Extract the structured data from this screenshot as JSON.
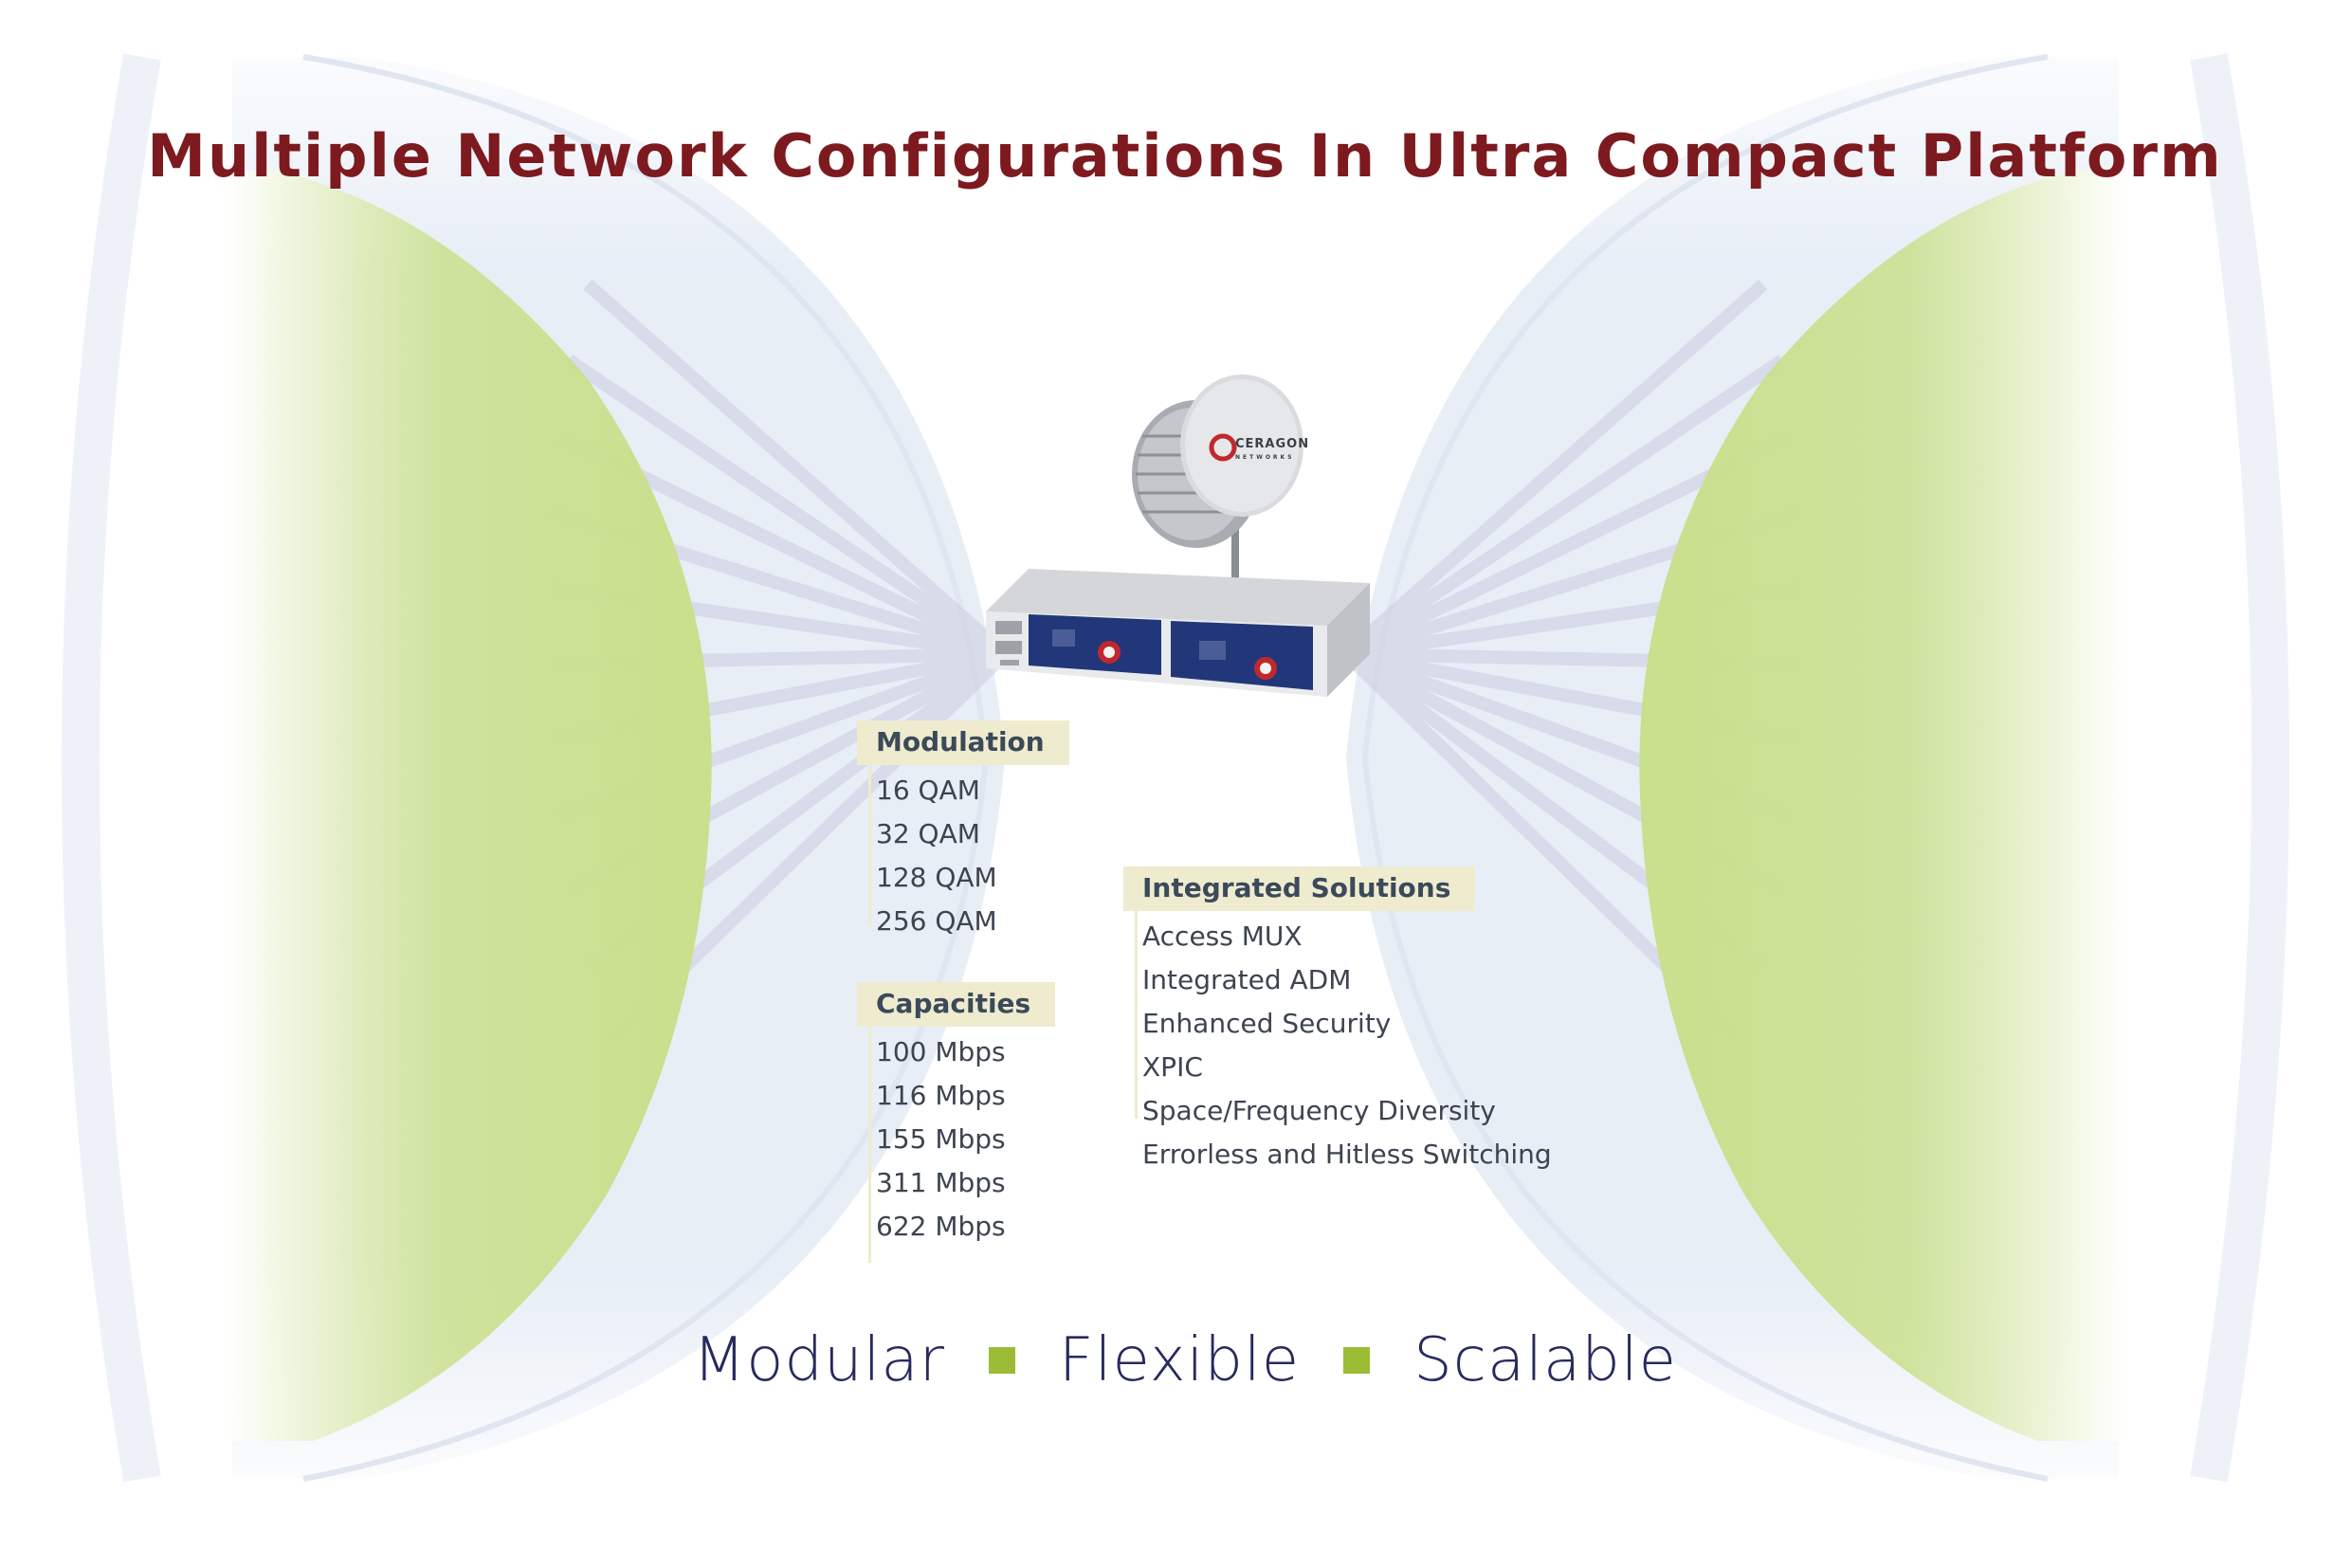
{
  "title": "Multiple Network Configurations In Ultra Compact Platform",
  "device": {
    "logo_text": "CERAGON",
    "logo_sub": "NETWORKS"
  },
  "modulation": {
    "header": "Modulation",
    "items": [
      "16 QAM",
      "32 QAM",
      "128 QAM",
      "256 QAM"
    ]
  },
  "capacities": {
    "header": "Capacities",
    "items": [
      "100 Mbps",
      "116 Mbps",
      "155 Mbps",
      "311 Mbps",
      "622 Mbps"
    ]
  },
  "integrated": {
    "header": "Integrated Solutions",
    "items": [
      "Access MUX",
      "Integrated ADM",
      "Enhanced Security",
      "XPIC",
      "Space/Frequency Diversity",
      "Errorless and Hitless Switching"
    ]
  },
  "tagline": {
    "word1": "Modular",
    "word2": "Flexible",
    "word3": "Scalable"
  },
  "colors": {
    "title": "#7d1a1f",
    "green": "#c9e08c",
    "band": "#e6edf6",
    "header_bg": "#efebcf",
    "tagline": "#272a5e",
    "bullet": "#9cbc35"
  }
}
